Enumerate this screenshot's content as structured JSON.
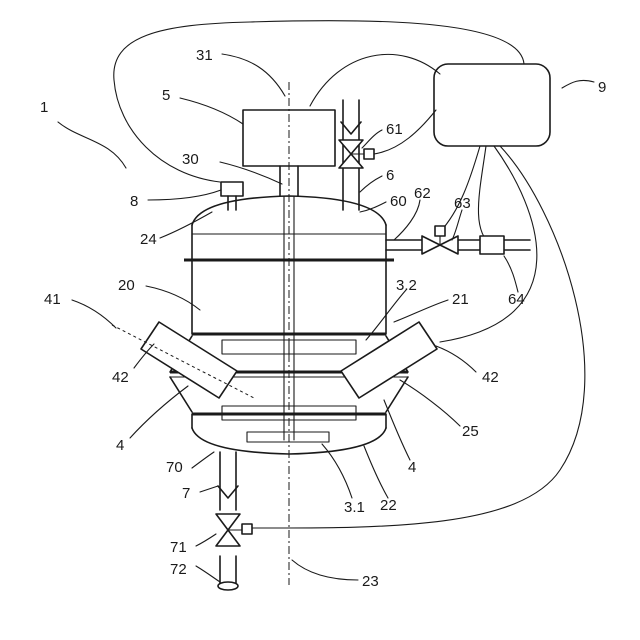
{
  "labels": {
    "l1": "1",
    "l5": "5",
    "l31": "31",
    "l9": "9",
    "l61": "61",
    "l30": "30",
    "l6": "6",
    "l8": "8",
    "l60": "60",
    "l62": "62",
    "l63": "63",
    "l24": "24",
    "l20": "20",
    "l64": "64",
    "l41": "41",
    "l32": "3.2",
    "l21": "21",
    "l42a": "42",
    "l42b": "42",
    "l4a": "4",
    "l25": "25",
    "l4b": "4",
    "l70": "70",
    "l7": "7",
    "l22": "22",
    "l31b": "3.1",
    "l71": "71",
    "l72": "72",
    "l23": "23"
  }
}
